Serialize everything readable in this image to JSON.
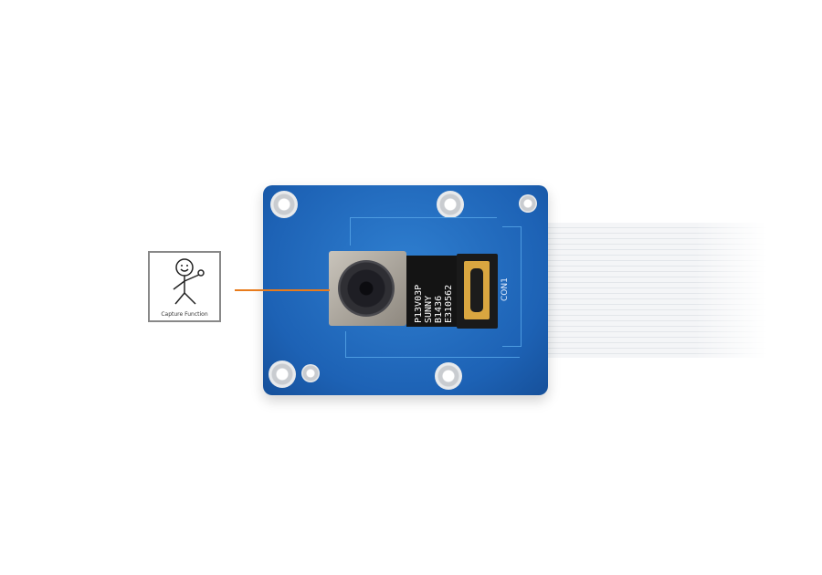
{
  "thumbnail": {
    "caption": "Capture Function",
    "icon": "stick-figure-icon"
  },
  "board": {
    "color": "#1d62b5",
    "flex_label_lines": [
      "P13V03P",
      "SUNNY",
      "B1436",
      "E310562"
    ],
    "connector_label": "CON1"
  },
  "pointer_color": "#e87b1c"
}
